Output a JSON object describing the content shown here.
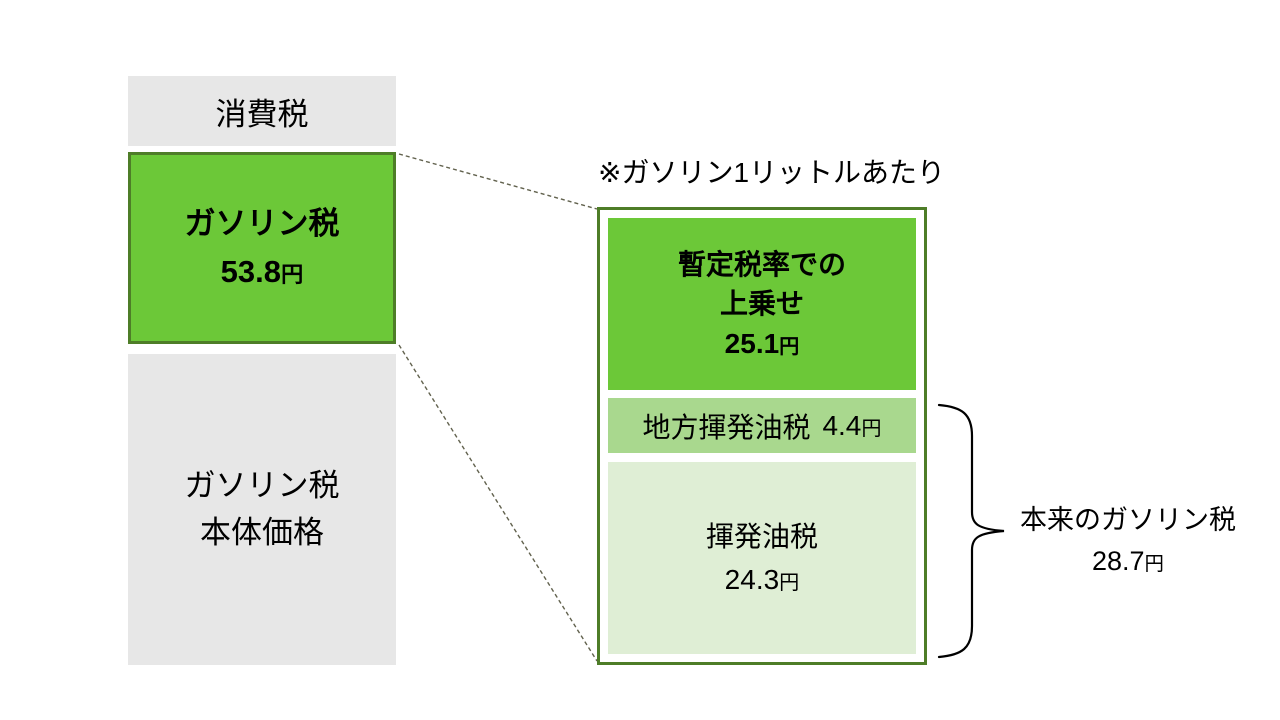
{
  "note": {
    "text": "※ガソリン1リットルあたり"
  },
  "left_stack": {
    "consumption_tax": {
      "label": "消費税"
    },
    "gasoline_tax": {
      "title": "ガソリン税",
      "value": "53.8",
      "unit": "円"
    },
    "base_price": {
      "line1": "ガソリン税",
      "line2": "本体価格"
    }
  },
  "breakdown": {
    "provisional": {
      "line1": "暫定税率での",
      "line2": "上乗せ",
      "value": "25.1",
      "unit": "円"
    },
    "local_tax": {
      "label": "地方揮発油税",
      "value": "4.4",
      "unit": "円"
    },
    "excise_tax": {
      "label": "揮発油税",
      "value": "24.3",
      "unit": "円"
    }
  },
  "bracket_label": {
    "title": "本来のガソリン税",
    "value": "28.7",
    "unit": "円"
  },
  "colors": {
    "bright_green": "#6CC838",
    "medium_green": "#A9D88E",
    "pale_green": "#DFEED5",
    "dark_green_border": "#4E7D28",
    "gray_box": "#E7E7E7",
    "dash_line": "#62624E",
    "text": "#000000"
  },
  "chart_data": {
    "type": "bar",
    "title": "※ガソリン1リットルあたり",
    "unit": "円",
    "total": {
      "label": "ガソリン税",
      "value": 53.8
    },
    "segments": [
      {
        "label": "暫定税率での上乗せ",
        "value": 25.1
      },
      {
        "label": "地方揮発油税",
        "value": 4.4
      },
      {
        "label": "揮発油税",
        "value": 24.3
      }
    ],
    "subtotal": {
      "label": "本来のガソリン税",
      "value": 28.7
    }
  }
}
